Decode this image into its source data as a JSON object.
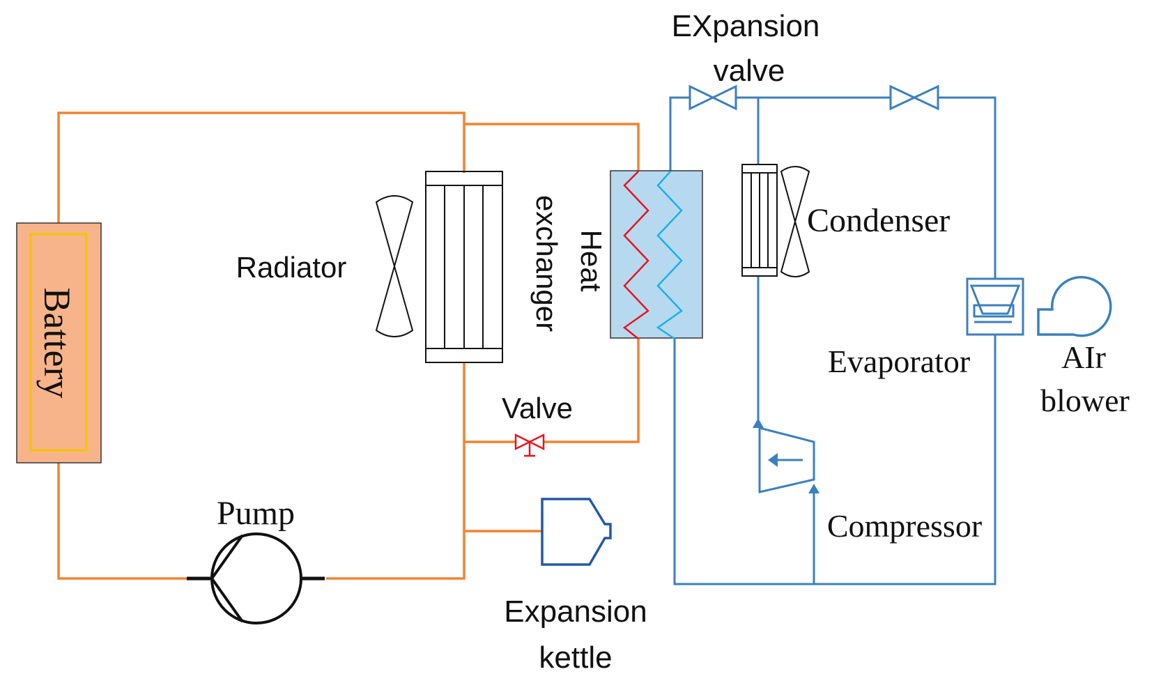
{
  "labels": {
    "battery": "Battery",
    "radiator": "Radiator",
    "heat_exchanger_line1": "Heat",
    "heat_exchanger_line2": "exchanger",
    "expansion_valve_line1": "EXpansion",
    "expansion_valve_line2": "valve",
    "condenser": "Condenser",
    "evaporator": "Evaporator",
    "air_blower_line1": "AIr",
    "air_blower_line2": "blower",
    "valve": "Valve",
    "pump": "Pump",
    "compressor": "Compressor",
    "expansion_kettle_line1": "Expansion",
    "expansion_kettle_line2": "kettle"
  },
  "colors": {
    "coolant_loop": "#f08331",
    "refrigerant_loop": "#3b7fbf",
    "battery_fill": "#f7b48a",
    "battery_inner_border": "#f5c400",
    "heat_exchanger_fill": "#b7d9f0",
    "hot_coil": "#e8141c",
    "cold_coil": "#1ab0ea",
    "valve_red": "#e8141c",
    "kettle_blue": "#2359a3"
  }
}
